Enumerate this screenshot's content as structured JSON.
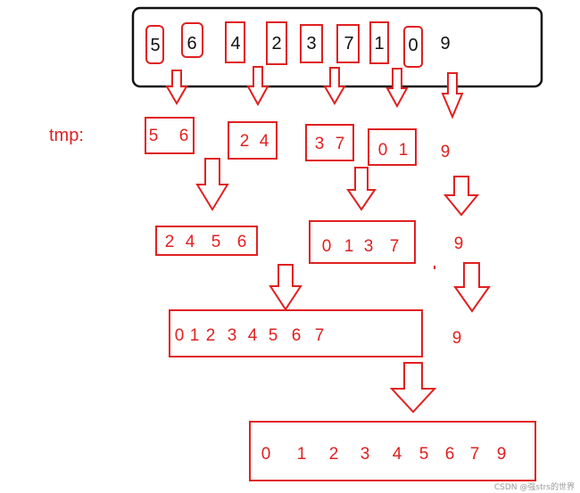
{
  "input_digits": [
    "5",
    "6",
    "4",
    "2",
    "3",
    "7",
    "1",
    "0",
    "9"
  ],
  "tmp_label": "tmp:",
  "level1": {
    "group_a": [
      "5",
      "6"
    ],
    "group_b": [
      "2",
      "4"
    ],
    "group_c": [
      "3",
      "7"
    ],
    "group_d": [
      "0",
      "1"
    ],
    "leftover": "9"
  },
  "level2": {
    "group_a": [
      "2",
      "4",
      "5",
      "6"
    ],
    "group_b": [
      "0",
      "1",
      "3",
      "7"
    ],
    "leftover": "9"
  },
  "level3": {
    "group_a": [
      "0",
      "1",
      "2",
      "3",
      "4",
      "5",
      "6",
      "7"
    ],
    "leftover": "9"
  },
  "result": [
    "0",
    "1",
    "2",
    "3",
    "4",
    "5",
    "6",
    "7",
    "9"
  ],
  "watermark": "CSDN @强strs的世界",
  "colors": {
    "accent": "#e02020",
    "outline": "#111111"
  }
}
